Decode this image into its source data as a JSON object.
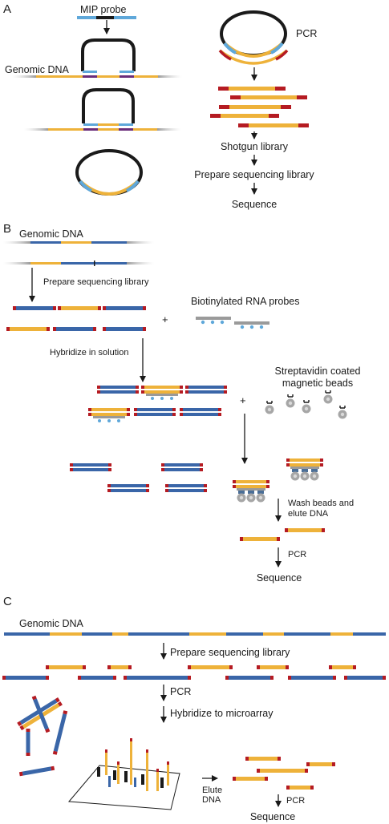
{
  "colors": {
    "blue": "#3a66a8",
    "yellow": "#eeb23a",
    "red": "#b51b22",
    "lightblue": "#5fa8da",
    "purple": "#6a2d7a",
    "black": "#1a1a1a",
    "gray": "#9a9a9a",
    "bead": "#a6a6a6"
  },
  "panel_a": {
    "letter": "A",
    "mip_probe": "MIP probe",
    "genomic_dna": "Genomic DNA",
    "pcr": "PCR",
    "shotgun_library": "Shotgun library",
    "prepare_sequencing_library": "Prepare sequencing library",
    "sequence": "Sequence"
  },
  "panel_b": {
    "letter": "B",
    "genomic_dna": "Genomic DNA",
    "prepare_sequencing_library": "Prepare sequencing library",
    "plus": "+",
    "biotinylated_probes": "Biotinylated RNA probes",
    "hybridize": "Hybridize in solution",
    "beads_line1": "Streptavidin coated",
    "beads_line2": "magnetic beads",
    "wash_line1": "Wash beads and",
    "wash_line2": "elute DNA",
    "pcr": "PCR",
    "sequence": "Sequence"
  },
  "panel_c": {
    "letter": "C",
    "genomic_dna": "Genomic DNA",
    "prepare_sequencing_library": "Prepare sequencing library",
    "pcr": "PCR",
    "hybridize_microarray": "Hybridize to microarray",
    "elute_line1": "Elute",
    "elute_line2": "DNA",
    "pcr2": "PCR",
    "sequence": "Sequence"
  }
}
